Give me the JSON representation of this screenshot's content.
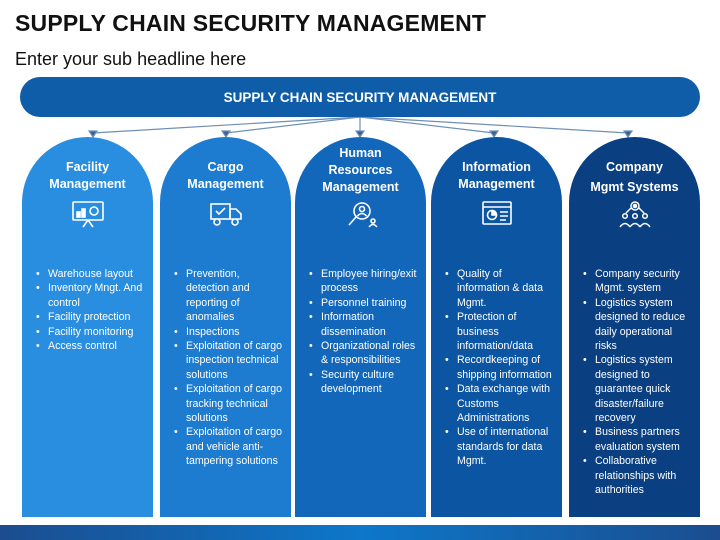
{
  "title": "SUPPLY CHAIN SECURITY MANAGEMENT",
  "subtitle": "Enter your sub headline here",
  "banner": "SUPPLY CHAIN SECURITY MANAGEMENT",
  "colors": {
    "banner": "#0f5da8",
    "columns": [
      "#2a8ee0",
      "#1d7bd0",
      "#1367bb",
      "#0c55a3",
      "#0a3f82"
    ]
  },
  "columns": [
    {
      "title_lines": [
        "Facility",
        "Management"
      ],
      "icon": "presentation-board-icon",
      "items": [
        "Warehouse layout",
        "Inventory Mngt. And control",
        "Facility protection",
        "Facility monitoring",
        "Access control"
      ]
    },
    {
      "title_lines": [
        "Cargo",
        "Management"
      ],
      "icon": "delivery-truck-icon",
      "items": [
        "Prevention, detection and reporting of anomalies",
        "Inspections",
        "Exploitation of cargo inspection technical solutions",
        "Exploitation of cargo tracking technical solutions",
        "Exploitation of cargo and vehicle anti-tampering solutions"
      ]
    },
    {
      "title_lines": [
        "Human",
        "Resources",
        "Management"
      ],
      "icon": "people-search-icon",
      "items": [
        "Employee hiring/exit process",
        "Personnel training",
        "Information dissemination",
        "Organizational roles & responsibilities",
        "Security culture development"
      ]
    },
    {
      "title_lines": [
        "Information",
        "Management"
      ],
      "icon": "data-report-icon",
      "items": [
        "Quality of information & data Mgmt.",
        "Protection of business information/data",
        "Recordkeeping of shipping information",
        "Data exchange with Customs Administrations",
        "Use of international standards for data Mgmt."
      ]
    },
    {
      "title_lines": [
        "Company",
        "Mgmt Systems"
      ],
      "icon": "team-network-icon",
      "items": [
        "Company security Mgmt. system",
        "Logistics system designed to reduce daily operational risks",
        "Logistics system designed to guarantee quick disaster/failure recovery",
        "Business partners evaluation system",
        "Collaborative relationships with authorities"
      ]
    }
  ]
}
